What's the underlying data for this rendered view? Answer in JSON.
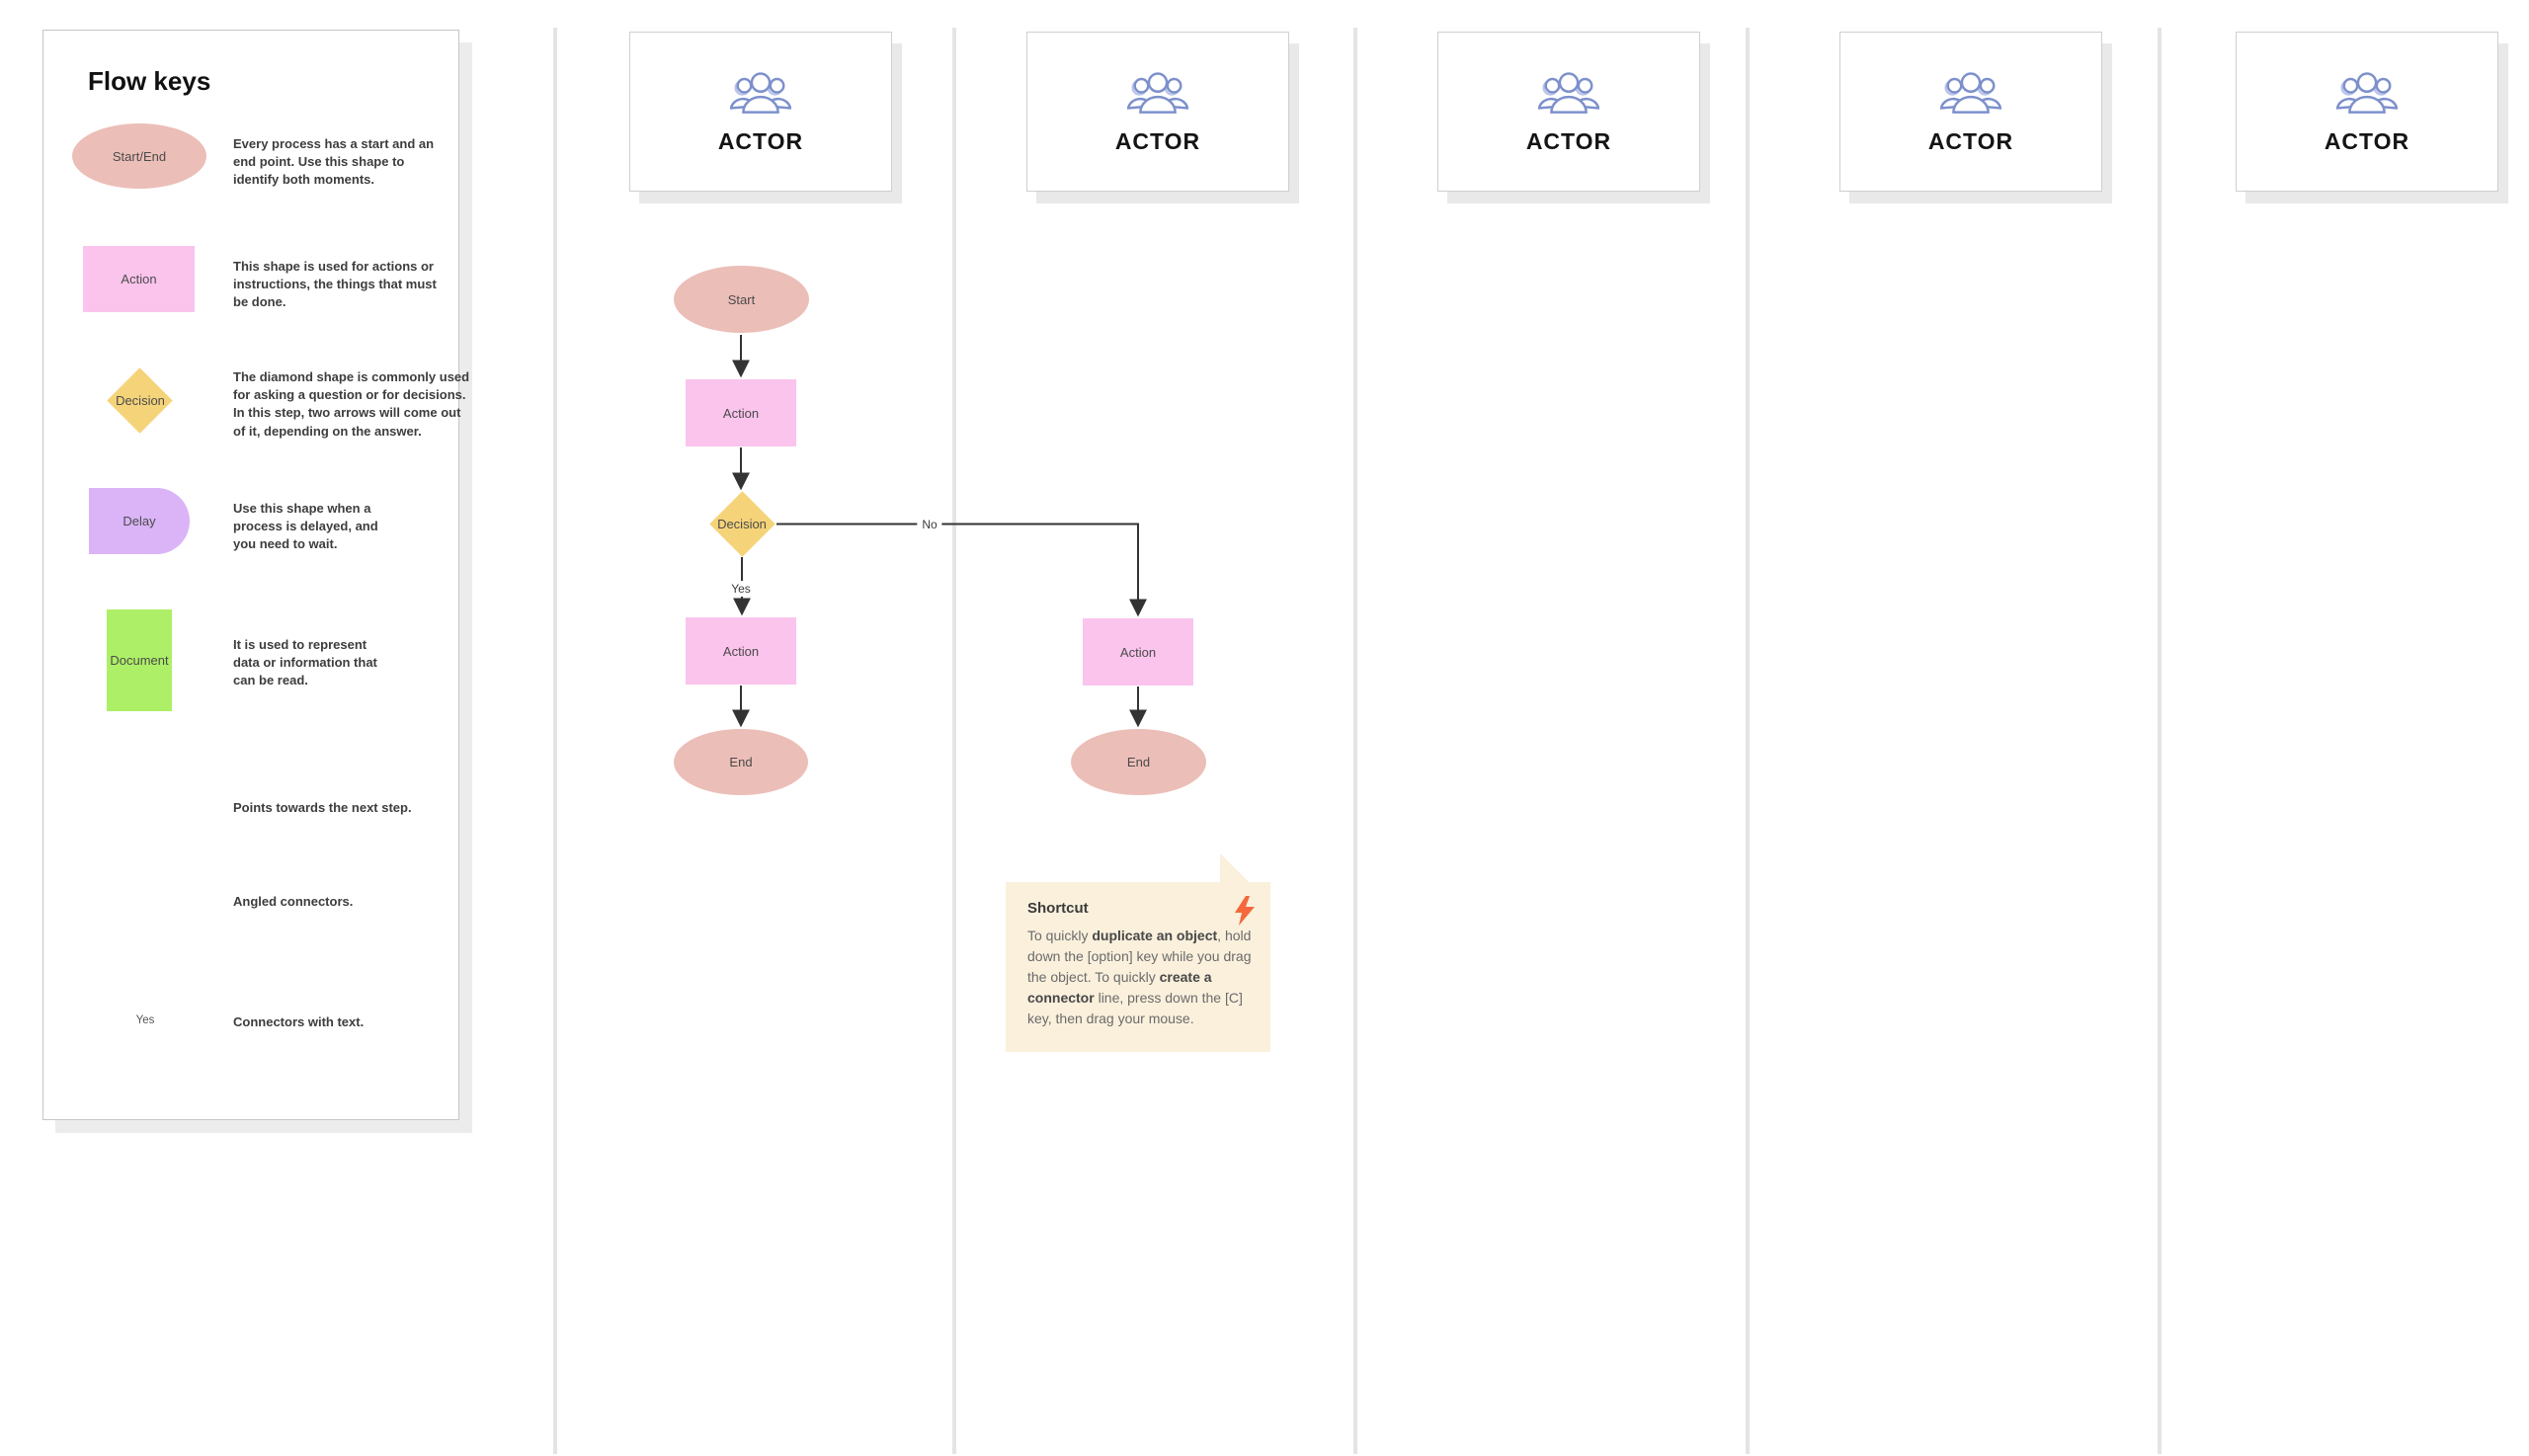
{
  "legend": {
    "title": "Flow keys",
    "items": [
      {
        "shape": "start-end",
        "label": "Start/End",
        "desc": "Every process has a start and an end point. Use this shape to identify both moments."
      },
      {
        "shape": "action",
        "label": "Action",
        "desc": "This shape is used for actions or instructions, the things that must be done."
      },
      {
        "shape": "decision",
        "label": "Decision",
        "desc": "The diamond shape is commonly used for asking a question or for decisions. In this step, two arrows will come out of it, depending on the answer."
      },
      {
        "shape": "delay",
        "label": "Delay",
        "desc": "Use this shape when a process is delayed, and you need to wait."
      },
      {
        "shape": "document",
        "label": "Document",
        "desc": "It is used to represent data or information that can be read."
      },
      {
        "shape": "arrow",
        "desc": "Points towards the next step."
      },
      {
        "shape": "angled-connector",
        "desc": "Angled connectors."
      },
      {
        "shape": "labeled-connector",
        "desc": "Connectors with text.",
        "connector_label": "Yes"
      }
    ]
  },
  "lanes": {
    "count": 5,
    "actor_label": "ACTOR"
  },
  "flow": {
    "start": "Start",
    "action": "Action",
    "decision": "Decision",
    "end": "End",
    "yes": "Yes",
    "no": "No"
  },
  "note": {
    "title": "Shortcut",
    "body": [
      {
        "text": "To quickly ",
        "bold": false
      },
      {
        "text": "duplicate an object",
        "bold": true
      },
      {
        "text": ", hold down the [option] key while you drag the object. To quickly ",
        "bold": false
      },
      {
        "text": "create a connector",
        "bold": true
      },
      {
        "text": " line, press down the [C] key, then drag your mouse.",
        "bold": false
      }
    ]
  },
  "colors": {
    "start_end": "#ecbeb8",
    "action": "#fac4ed",
    "decision": "#f5d379",
    "delay": "#dbb4f8",
    "document": "#adef66",
    "actor_icon": "#7d90cc",
    "note_bg": "#faf0dc",
    "bolt": "#f4683c",
    "connector": "#333333",
    "divider": "#e4e4e4"
  }
}
